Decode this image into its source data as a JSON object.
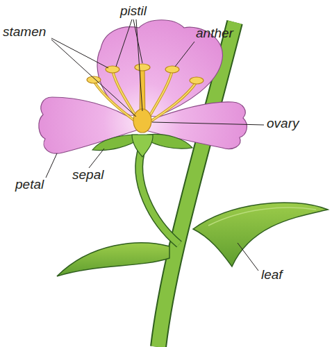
{
  "diagram": {
    "labels": [
      "pistil",
      "anther",
      "stamen",
      "ovary",
      "petal",
      "sepal",
      "leaf"
    ]
  }
}
